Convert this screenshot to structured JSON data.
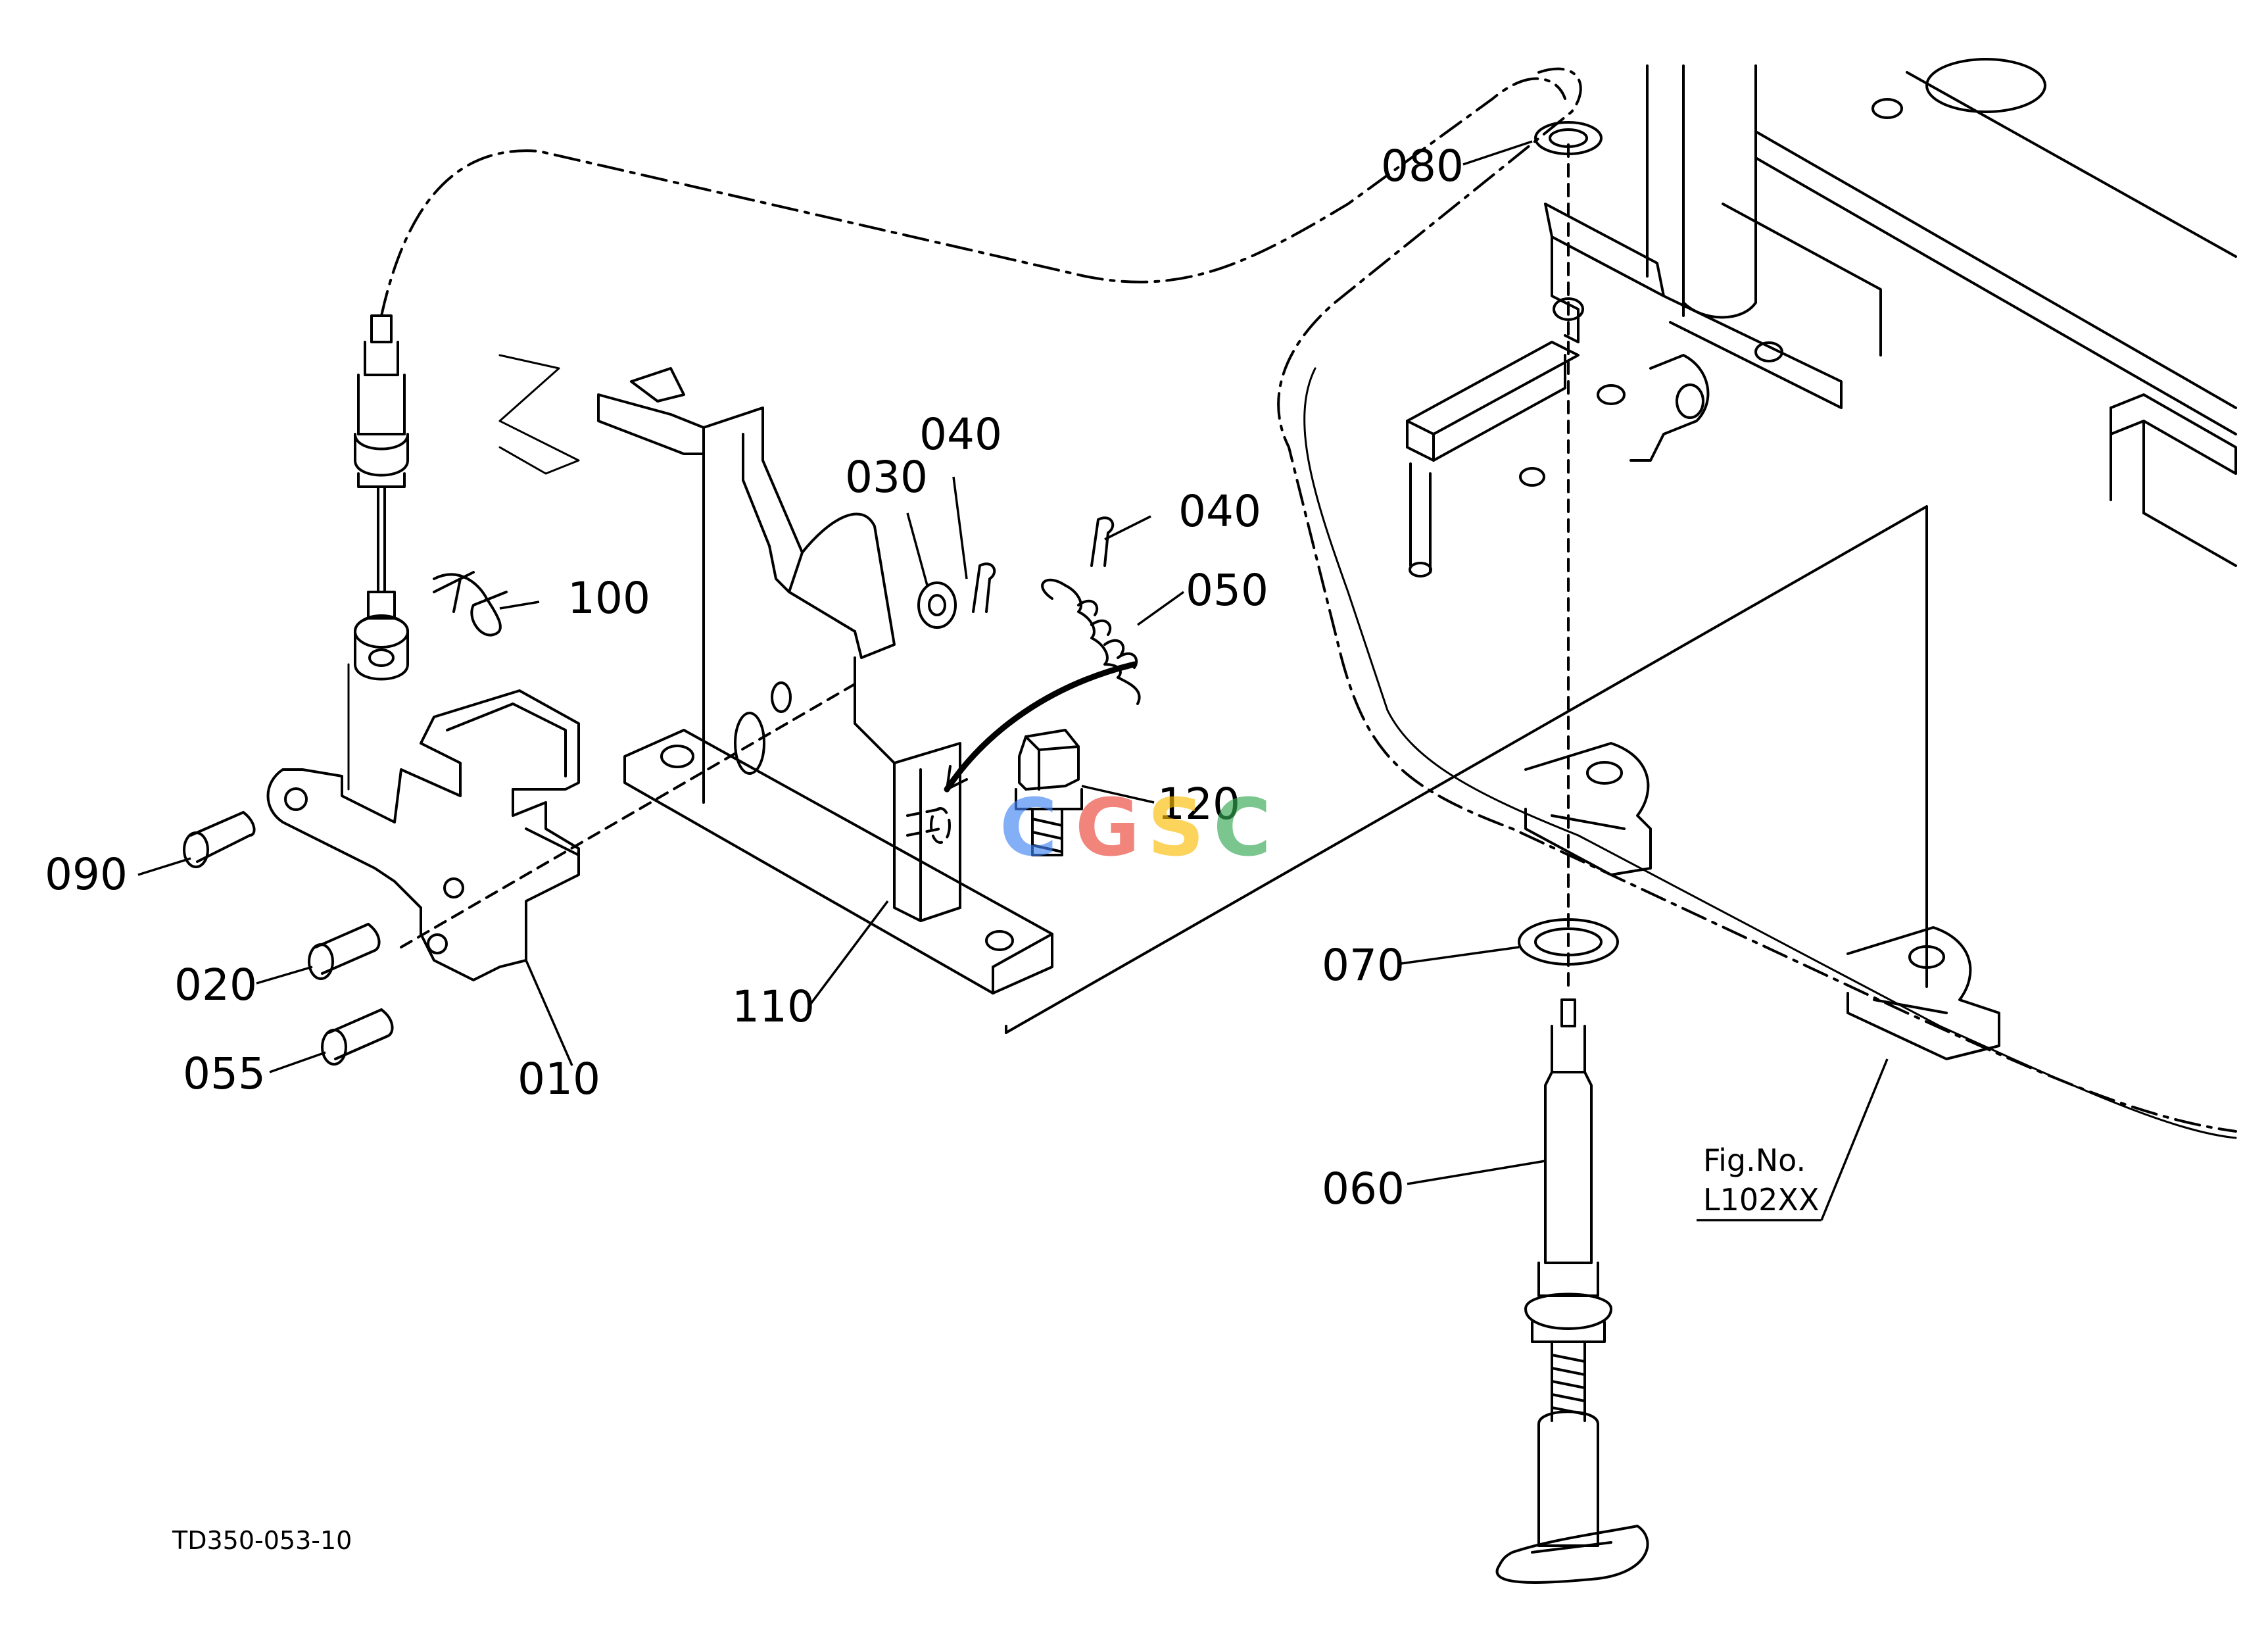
{
  "callouts": {
    "p010": "010",
    "p020": "020",
    "p030": "030",
    "p040a": "040",
    "p040b": "040",
    "p050": "050",
    "p055": "055",
    "p060": "060",
    "p070": "070",
    "p080": "080",
    "p090": "090",
    "p100": "100",
    "p110": "110",
    "p120": "120"
  },
  "reference": {
    "fig_label": "Fig.No.",
    "fig_number": "L102XX"
  },
  "drawing_code": "TD350-053-10",
  "watermark": {
    "letters": [
      "C",
      "G",
      "S",
      "C"
    ],
    "colors": [
      "#4285F4",
      "#EA4335",
      "#FBBC05",
      "#34A853"
    ]
  }
}
